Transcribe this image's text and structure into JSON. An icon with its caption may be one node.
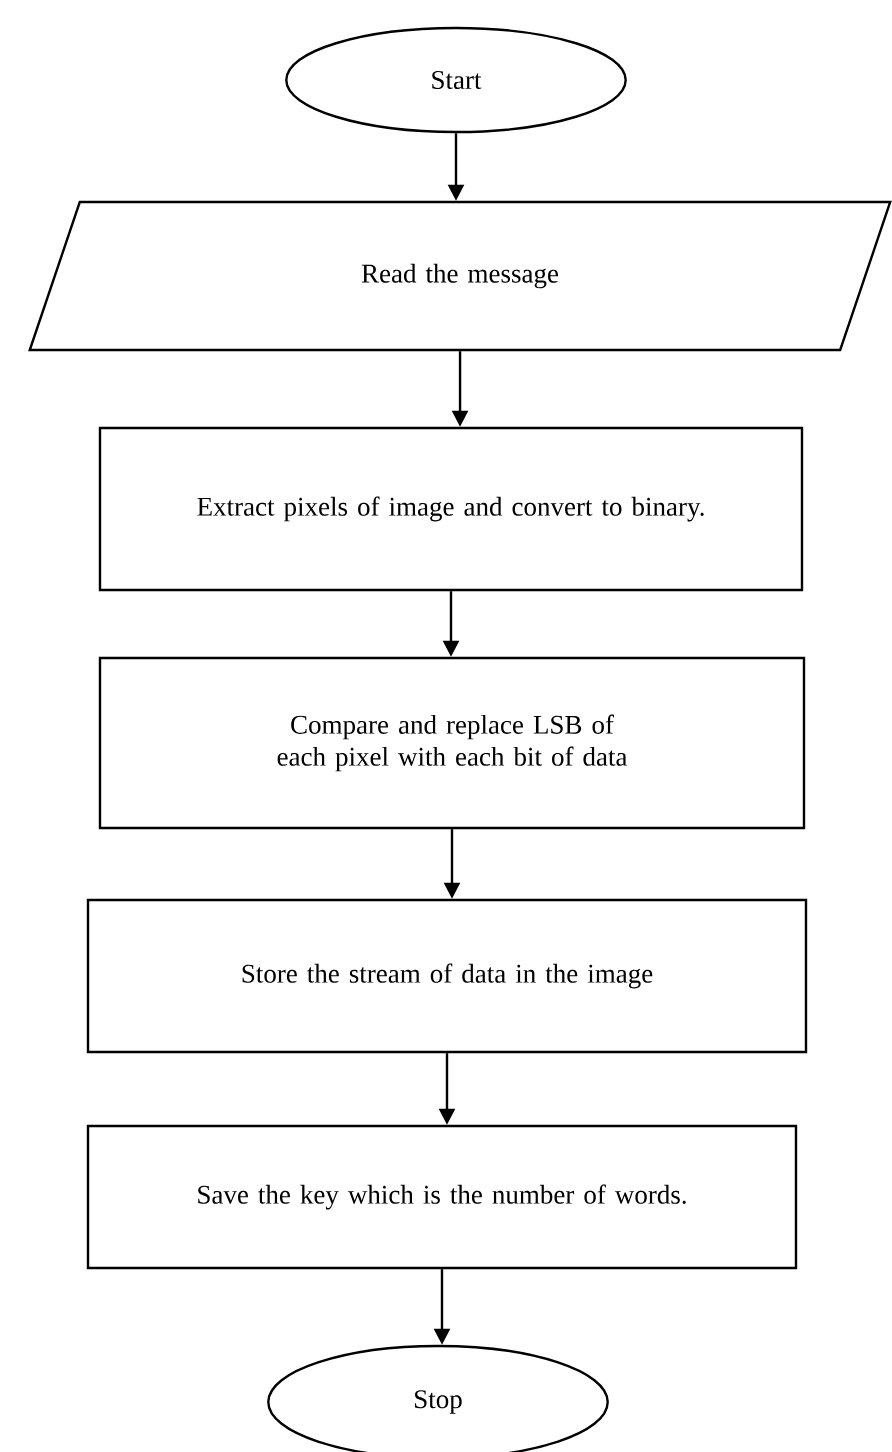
{
  "diagram": {
    "nodes": [
      {
        "text": [
          "Start"
        ]
      },
      {
        "text": [
          "Read the message"
        ]
      },
      {
        "text": [
          "Extract pixels of image and convert to binary."
        ]
      },
      {
        "text": [
          "Compare and replace LSB of each pixel with each bit of data"
        ]
      },
      {
        "text": [
          "Store the stream of data in the image"
        ]
      },
      {
        "text": [
          "Save the key which is the number of words."
        ]
      },
      {
        "text": [
          "Stop"
        ]
      }
    ],
    "edges": [
      {
        "from": 0,
        "to": 1,
        "arrow": "to"
      },
      {
        "from": 1,
        "to": 2,
        "arrow": "to"
      },
      {
        "from": 2,
        "to": 3,
        "arrow": "to"
      },
      {
        "from": 3,
        "to": 4,
        "arrow": "to"
      },
      {
        "from": 4,
        "to": 5,
        "arrow": "to"
      },
      {
        "from": 5,
        "to": 6,
        "arrow": "to"
      }
    ]
  }
}
